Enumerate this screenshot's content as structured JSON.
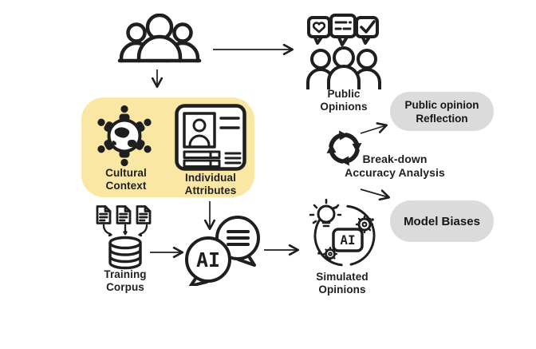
{
  "colors": {
    "background": "#ffffff",
    "highlight_box": "#fae7a4",
    "pill_background": "#dbdbdb",
    "ink": "#1f1f1f"
  },
  "icons": {
    "population": "people-group-icon",
    "public_opinions": "speech-bubbles-crowd-icon",
    "cultural_context": "globe-with-people-icon",
    "individual_attributes": "id-card-icon",
    "training_corpus": "documents-into-database-icon",
    "ai_model": "ai-chat-bubbles-icon",
    "simulated_opinions": "ai-chip-lightbulb-gears-icon",
    "analysis": "cycle-arrows-icon"
  },
  "nodes": {
    "public_opinions": {
      "line1": "Public",
      "line2": "Opinions"
    },
    "cultural_context": {
      "line1": "Cultural",
      "line2": "Context"
    },
    "individual_attributes": {
      "line1": "Individual",
      "line2": "Attributes"
    },
    "training_corpus": {
      "line1": "Training",
      "line2": "Corpus"
    },
    "ai_model": {
      "label": "AI"
    },
    "simulated_ai_chip": {
      "label": "AI"
    },
    "simulated_opinions": {
      "line1": "Simulated",
      "line2": "Opinions"
    },
    "analysis": {
      "line1": "Break-down",
      "line2": "Accuracy Analysis"
    },
    "reflection_pill": {
      "line1": "Public opinion",
      "line2": "Reflection"
    },
    "model_biases_pill": {
      "label": "Model Biases"
    }
  }
}
